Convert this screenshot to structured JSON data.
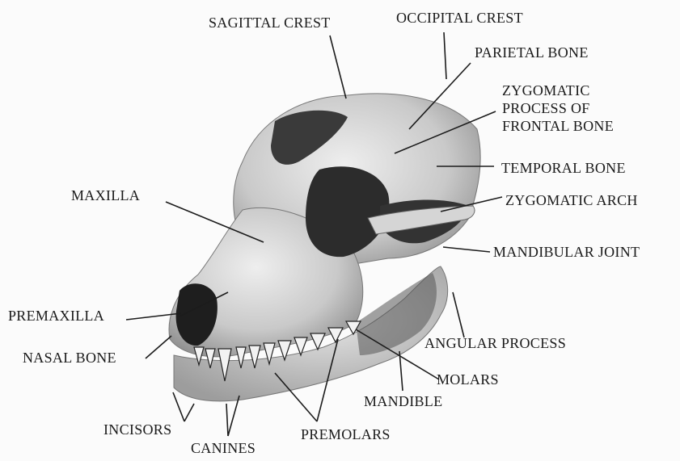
{
  "labels": {
    "sagittal_crest": "SAGITTAL CREST",
    "occipital_crest": "OCCIPITAL CREST",
    "parietal_bone": "PARIETAL BONE",
    "zygomatic_process": "ZYGOMATIC\nPROCESS OF\nFRONTAL BONE",
    "temporal_bone": "TEMPORAL BONE",
    "maxilla": "MAXILLA",
    "zygomatic_arch": "ZYGOMATIC ARCH",
    "mandibular_joint": "MANDIBULAR JOINT",
    "premaxilla": "PREMAXILLA",
    "angular_process": "ANGULAR PROCESS",
    "nasal_bone": "NASAL BONE",
    "molars": "MOLARS",
    "mandible": "MANDIBLE",
    "incisors": "INCISORS",
    "premolars": "PREMOLARS",
    "canines": "CANINES"
  },
  "colors": {
    "ink": "#1a1a1a",
    "bone_light": "#d8d8d8",
    "bone_mid": "#9a9a9a",
    "shadow": "#2a2a2a"
  }
}
